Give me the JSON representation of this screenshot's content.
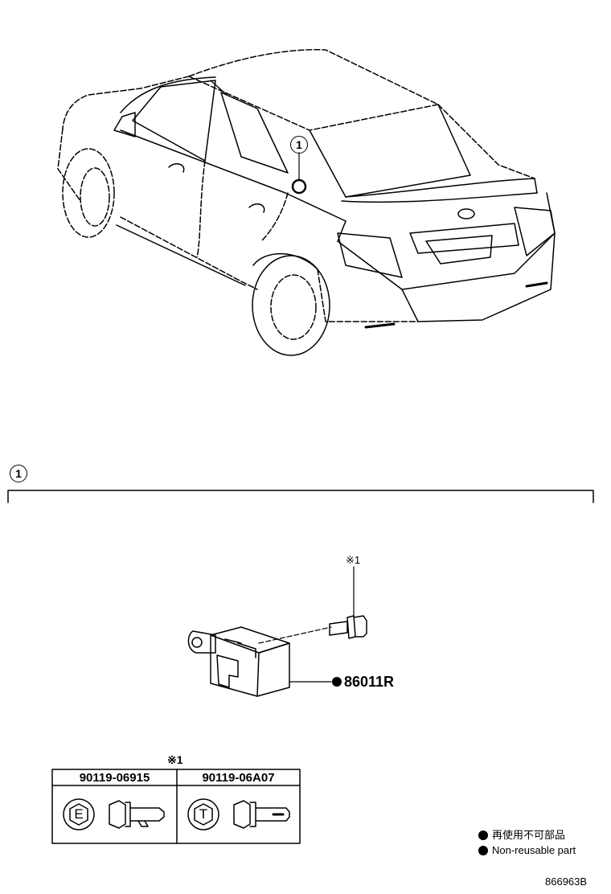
{
  "callouts": {
    "vehicle_ref": "1",
    "section_ref": "1"
  },
  "part": {
    "number": "86011R",
    "bolt_note_mark": "※1"
  },
  "bolt_table": {
    "note_mark": "※1",
    "columns": [
      {
        "part_number": "90119-06915",
        "head_marking": "E"
      },
      {
        "part_number": "90119-06A07",
        "head_marking": "T"
      }
    ]
  },
  "legend": {
    "line_ja": "再使用不可部品",
    "line_en": "Non-reusable part"
  },
  "diagram_id": "866963B"
}
